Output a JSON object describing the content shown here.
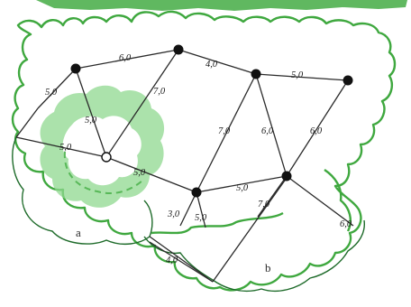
{
  "colors": {
    "vegetation": "#3fa83f",
    "vegetation_fill": "#8fd88f",
    "edge": "#2a2a2a",
    "node": "#111111"
  },
  "regions": [
    {
      "id": "a",
      "label": "a"
    },
    {
      "id": "b",
      "label": "b"
    }
  ],
  "nodes": [
    {
      "id": "n1",
      "kind": "filled"
    },
    {
      "id": "n2",
      "kind": "filled"
    },
    {
      "id": "n3",
      "kind": "filled"
    },
    {
      "id": "n4",
      "kind": "filled"
    },
    {
      "id": "n5",
      "kind": "open"
    },
    {
      "id": "n6",
      "kind": "filled"
    },
    {
      "id": "n7",
      "kind": "filled"
    }
  ],
  "edges": [
    {
      "id": "e1",
      "label": "6,0"
    },
    {
      "id": "e2",
      "label": "4,0"
    },
    {
      "id": "e3",
      "label": "5,0"
    },
    {
      "id": "e4",
      "label": "5,0"
    },
    {
      "id": "e5",
      "label": "5,0"
    },
    {
      "id": "e6",
      "label": "7,0"
    },
    {
      "id": "e7",
      "label": "5,0"
    },
    {
      "id": "e8",
      "label": "7,0"
    },
    {
      "id": "e9",
      "label": "6,0"
    },
    {
      "id": "e10",
      "label": "6,0"
    },
    {
      "id": "e11",
      "label": "5,0"
    },
    {
      "id": "e12",
      "label": "5,0"
    },
    {
      "id": "e13",
      "label": "3,0"
    },
    {
      "id": "e14",
      "label": "5,0"
    },
    {
      "id": "e15",
      "label": "7,0"
    },
    {
      "id": "e16",
      "label": "6,0"
    },
    {
      "id": "e17",
      "label": "4,0"
    }
  ]
}
